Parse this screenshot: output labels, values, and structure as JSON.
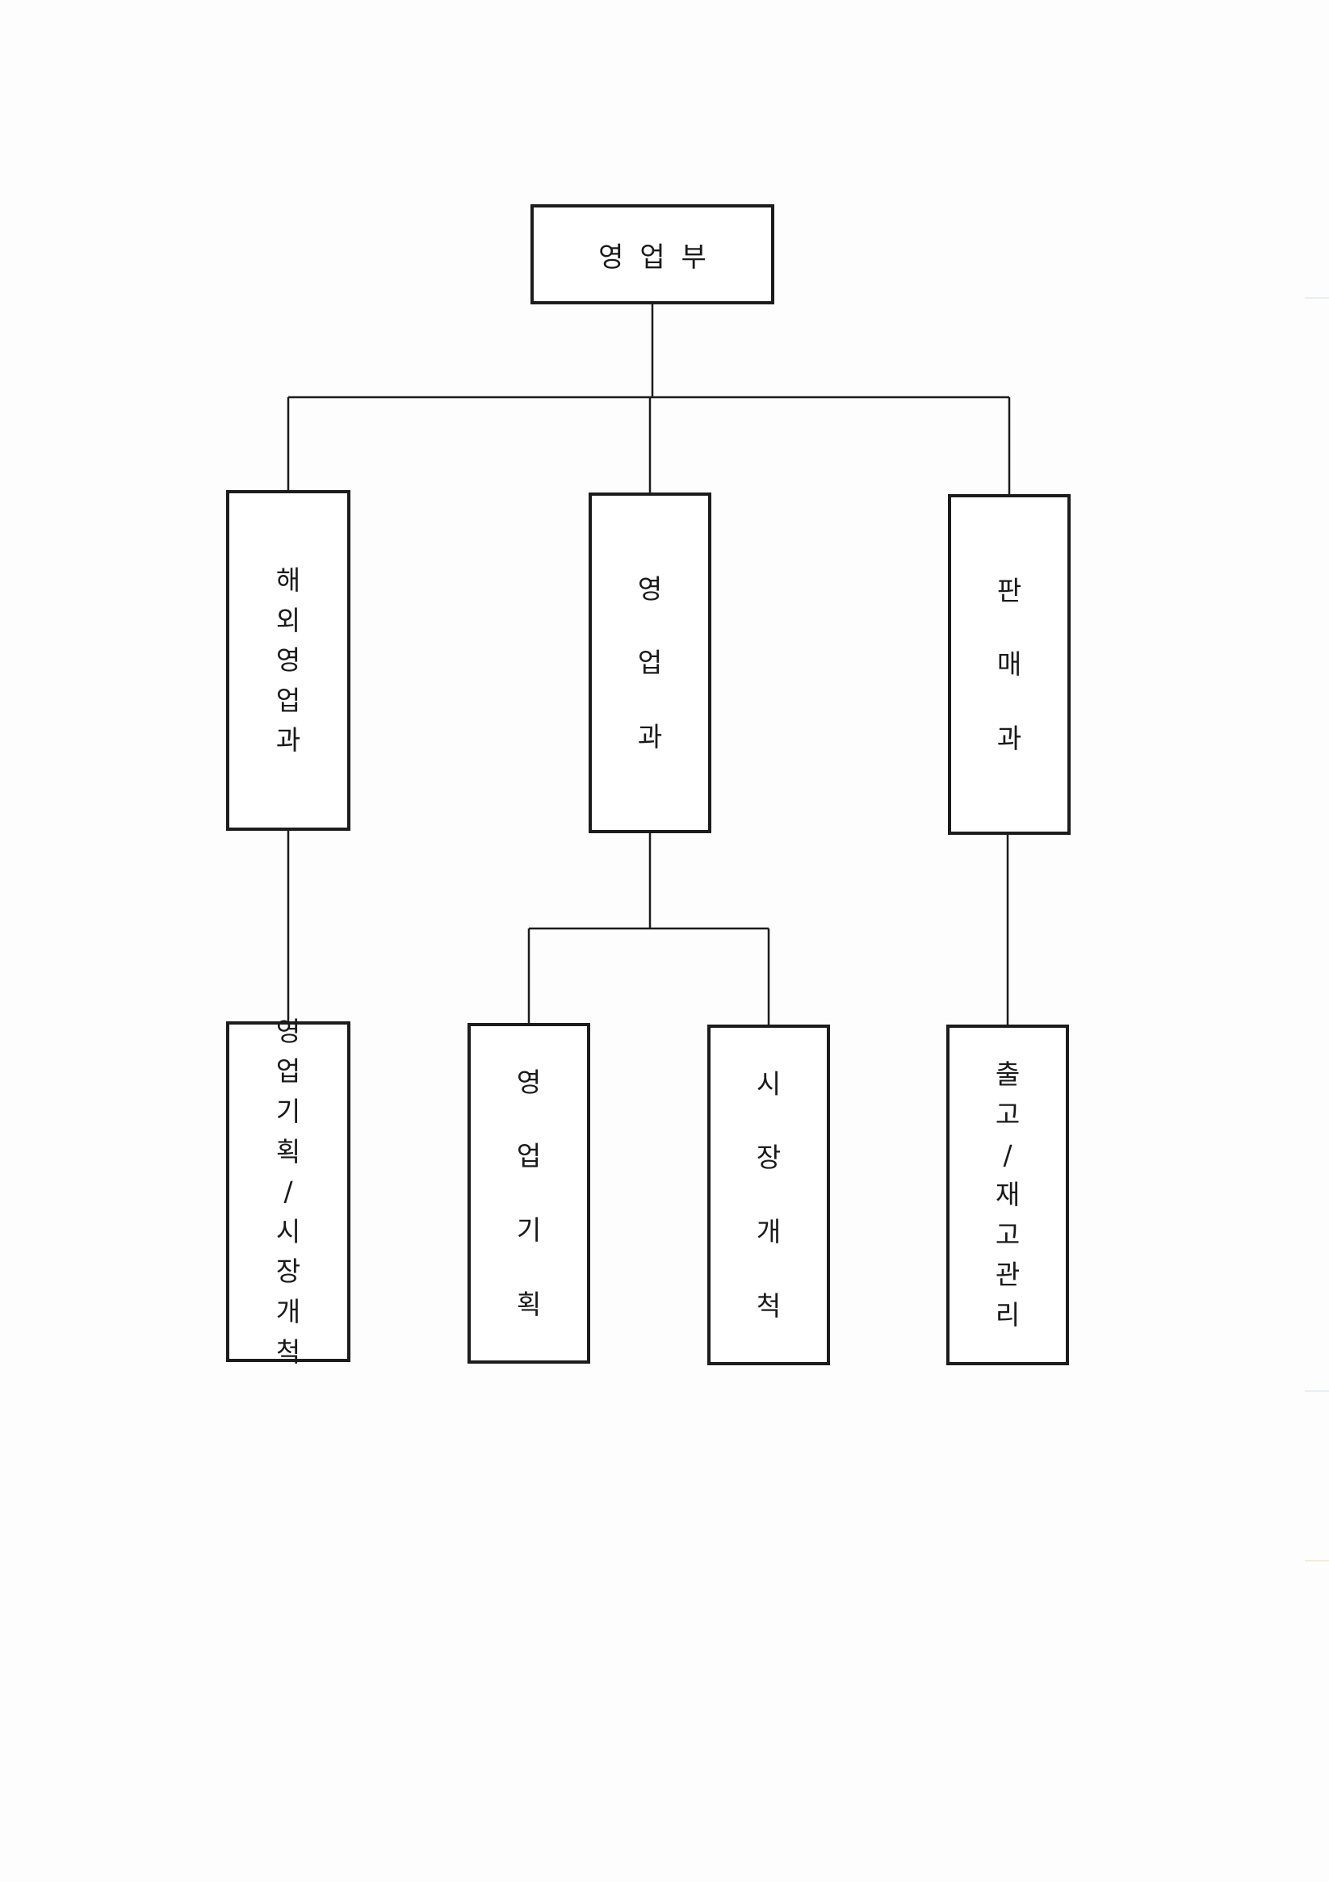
{
  "diagram": {
    "root": {
      "id": "dept",
      "label": "영업부"
    },
    "sections": [
      {
        "id": "overseas",
        "label": "해외영업과",
        "spacing": "tight"
      },
      {
        "id": "sales",
        "label": "영업과",
        "spacing": "wide"
      },
      {
        "id": "retail",
        "label": "판매과",
        "spacing": "wide"
      }
    ],
    "teams": [
      {
        "id": "overseas-plan",
        "parent": "overseas",
        "label": "영업기획/시장개척",
        "spacing": "tight"
      },
      {
        "id": "sales-plan",
        "parent": "sales",
        "label": "영업기획",
        "spacing": "wide"
      },
      {
        "id": "market",
        "parent": "sales",
        "label": "시장개척",
        "spacing": "wide"
      },
      {
        "id": "stock",
        "parent": "retail",
        "label": "출고/재고관리",
        "spacing": "tight"
      }
    ]
  },
  "colors": {
    "line": "#1c1c1c",
    "box_border": "#1c1c1c",
    "background": "#fdfdfd"
  }
}
